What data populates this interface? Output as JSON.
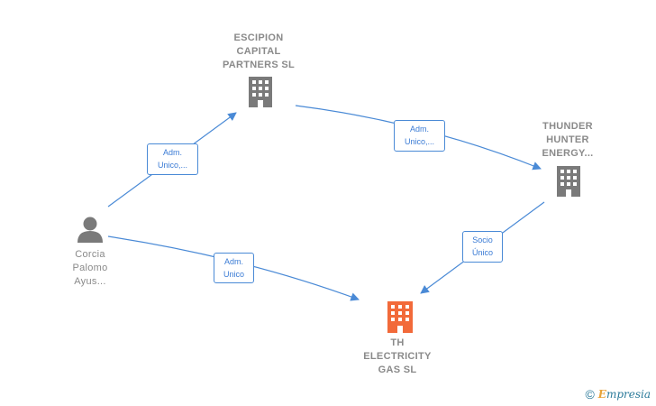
{
  "colors": {
    "edge": "#4a8ad6",
    "company_icon": "#7a7a7a",
    "target_icon": "#f26a3a",
    "person_icon": "#7a7a7a"
  },
  "nodes": {
    "escipion": {
      "label": "ESCIPION\nCAPITAL\nPARTNERS  SL",
      "icon": "building-icon"
    },
    "thunder": {
      "label": "THUNDER\nHUNTER\nENERGY...",
      "icon": "building-icon"
    },
    "corcia": {
      "label": "Corcia\nPalomo\nAyus...",
      "icon": "person-icon"
    },
    "th": {
      "label": "TH\nELECTRICITY\nGAS  SL",
      "icon": "building-icon"
    }
  },
  "edges": {
    "corcia_escipion": "Adm.\nUnico,...",
    "escipion_thunder": "Adm.\nUnico,...",
    "thunder_th": "Socio\nÚnico",
    "corcia_th": "Adm.\nUnico"
  },
  "brand": {
    "copyright": "©",
    "initial": "E",
    "rest": "mpresia"
  }
}
